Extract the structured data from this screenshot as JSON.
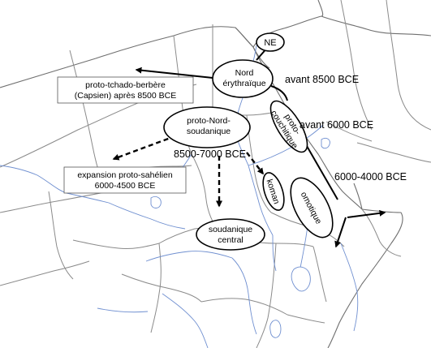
{
  "groups": {
    "ne": "NE",
    "nord_erythraique_1": "Nord",
    "nord_erythraique_2": "érythraïque",
    "proto_nord_soudanique_1": "proto-Nord-",
    "proto_nord_soudanique_2": "soudanique",
    "proto_couchitique_1": "proto-",
    "proto_couchitique_2": "couchitique",
    "koman": "koman",
    "omotique": "omotique",
    "soudanique_central_1": "soudanique",
    "soudanique_central_2": "central"
  },
  "dates": {
    "nord_erythraique": "avant 8500 BCE",
    "proto_couchitique": "avant 6000 BCE",
    "proto_nord_soudanique": "8500-7000 BCE",
    "omotique": "6000-4000 BCE"
  },
  "boxes": {
    "tchado_berbere_1": "proto-tchado-berbère",
    "tchado_berbere_2": "(Capsien) après 8500 BCE",
    "sahelien_1": "expansion proto-sahélien",
    "sahelien_2": "6000-4500 BCE"
  },
  "colors": {
    "river": "#6f8fd0",
    "border": "#8a8a8a",
    "arrow": "#000000"
  }
}
